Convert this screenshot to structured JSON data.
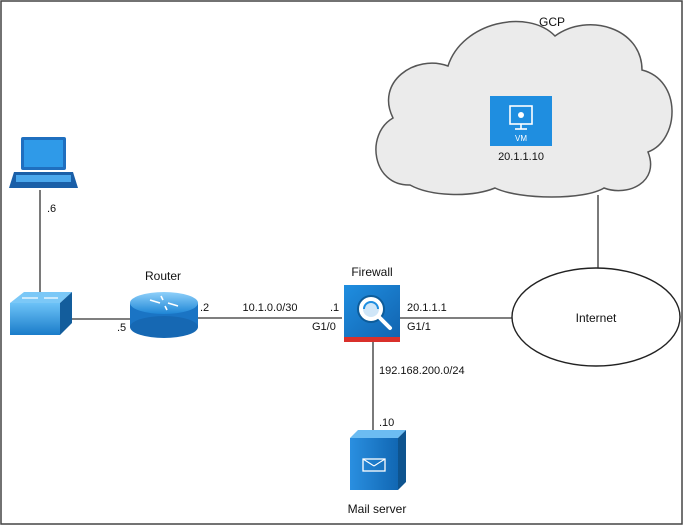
{
  "cloud": {
    "label": "GCP"
  },
  "vm": {
    "label": "VM",
    "ip": "20.1.1.10"
  },
  "internet": {
    "label": "Internet"
  },
  "router": {
    "label": "Router",
    "left_iface": ".5",
    "right_iface": ".2"
  },
  "laptop": {
    "iface": ".6"
  },
  "firewall": {
    "label": "Firewall",
    "inside_addr": ".1",
    "inside_port": "G1/0",
    "outside_addr": "20.1.1.1",
    "outside_port": "G1/1"
  },
  "links": {
    "transit_subnet": "10.1.0.0/30",
    "server_subnet": "192.168.200.0/24"
  },
  "mail_server": {
    "label": "Mail server",
    "iface": ".10"
  },
  "colors": {
    "device_blue": "#1f8ee0",
    "device_dark": "#0d5c9a",
    "firewall_red": "#d9302b",
    "line": "#333333"
  }
}
